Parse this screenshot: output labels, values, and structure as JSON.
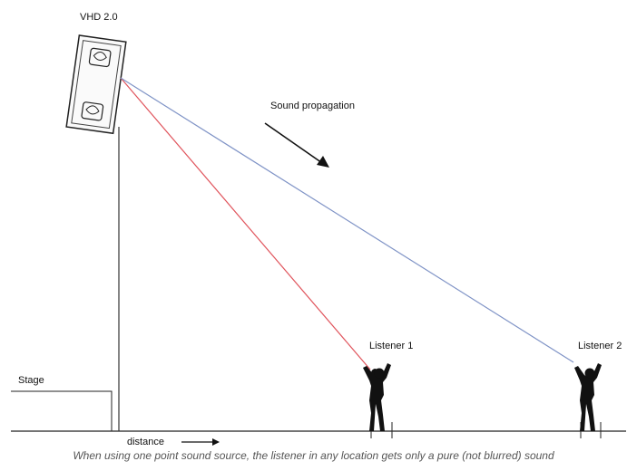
{
  "labels": {
    "speaker": "VHD 2.0",
    "propagation": "Sound propagation",
    "stage": "Stage",
    "distance": "distance",
    "listener1": "Listener 1",
    "listener2": "Listener 2"
  },
  "caption": "When using one point sound source, the listener in any location gets only a pure (not blurred) sound",
  "colors": {
    "ray_listener1": "#e0545c",
    "ray_listener2": "#7f93c6",
    "ink": "#1a1a1a"
  },
  "icons": {
    "speaker": "loudspeaker-cabinet",
    "listener": "person-silhouette",
    "arrow": "arrow-right"
  }
}
